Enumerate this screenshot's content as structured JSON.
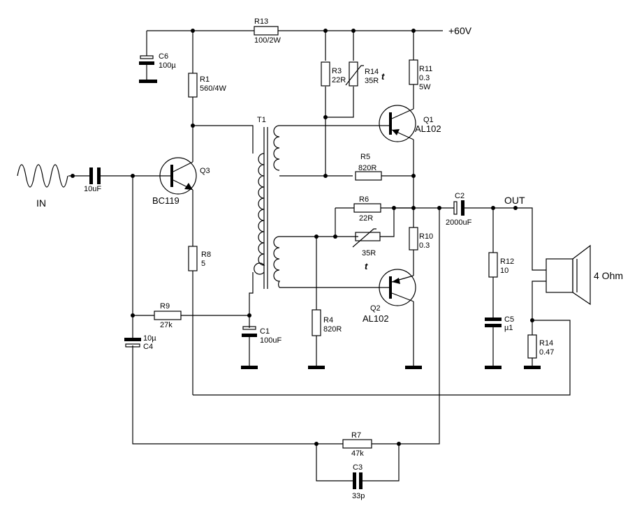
{
  "supply": {
    "label": "+60V"
  },
  "input": {
    "label": "IN"
  },
  "output": {
    "label": "OUT"
  },
  "speaker": {
    "label": "4 Ohm"
  },
  "transformer": {
    "ref": "T1"
  },
  "transistors": {
    "q1": {
      "ref": "Q1",
      "type": "AL102"
    },
    "q2": {
      "ref": "Q2",
      "type": "AL102"
    },
    "q3": {
      "ref": "Q3",
      "type": "BC119"
    }
  },
  "resistors": {
    "r1": {
      "ref": "R1",
      "value": "560/4W"
    },
    "r3": {
      "ref": "R3",
      "value": "22R"
    },
    "r4": {
      "ref": "R4",
      "value": "820R"
    },
    "r5": {
      "ref": "R5",
      "value": "820R"
    },
    "r6": {
      "ref": "R6",
      "value": "22R"
    },
    "r7": {
      "ref": "R7",
      "value": "47k"
    },
    "r8": {
      "ref": "R8",
      "value": "5"
    },
    "r9": {
      "ref": "R9",
      "value": "27k"
    },
    "r10": {
      "ref": "R10",
      "value": "0.3"
    },
    "r11": {
      "ref": "R11",
      "value": "0.3",
      "value2": "5W"
    },
    "r12": {
      "ref": "R12",
      "value": "10"
    },
    "r13": {
      "ref": "R13",
      "value": "100/2W"
    },
    "r14_out": {
      "ref": "R14",
      "value": "0.47"
    }
  },
  "thermistors": {
    "r14_top": {
      "ref": "R14",
      "value": "35R",
      "symbol": "t"
    },
    "mid": {
      "value": "35R",
      "symbol": "t"
    }
  },
  "capacitors": {
    "cin": {
      "value": "10uF"
    },
    "c1": {
      "ref": "C1",
      "value": "100uF"
    },
    "c2": {
      "ref": "C2",
      "value": "2000uF"
    },
    "c3": {
      "ref": "C3",
      "value": "33p"
    },
    "c4": {
      "ref": "C4",
      "value": "10µ"
    },
    "c5": {
      "ref": "C5",
      "value": "µ1"
    },
    "c6": {
      "ref": "C6",
      "value": "100µ"
    }
  }
}
